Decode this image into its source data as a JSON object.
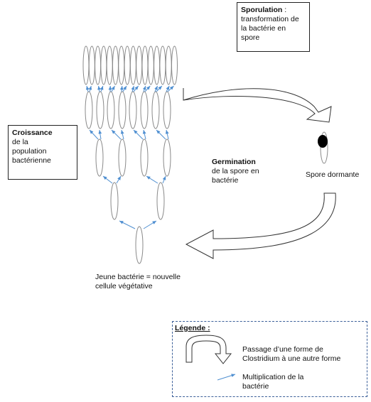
{
  "sporulation": {
    "title": "Sporulation",
    "text": " :\ntransformation de\nla bactérie en\nspore"
  },
  "croissance": {
    "title": "Croissance",
    "text": "de la\npopulation\nbactérienne"
  },
  "germination": {
    "title": "Germination",
    "text": "de la spore en\nbactérie"
  },
  "spore_label": "Spore dormante",
  "jeune_bacterie_label": "Jeune bactérie = nouvelle\ncellule végétative",
  "legend": {
    "title": "Légende :",
    "passage_text": "Passage d’une forme de\nClostridium à une autre forme",
    "multiplication_text": "Multiplication de la\nbactérie"
  },
  "colors": {
    "cell_outline": "#8a8a8a",
    "arrow_blue": "#4f8fd1",
    "outline": "#333333",
    "legend_border": "#3b5f99"
  }
}
